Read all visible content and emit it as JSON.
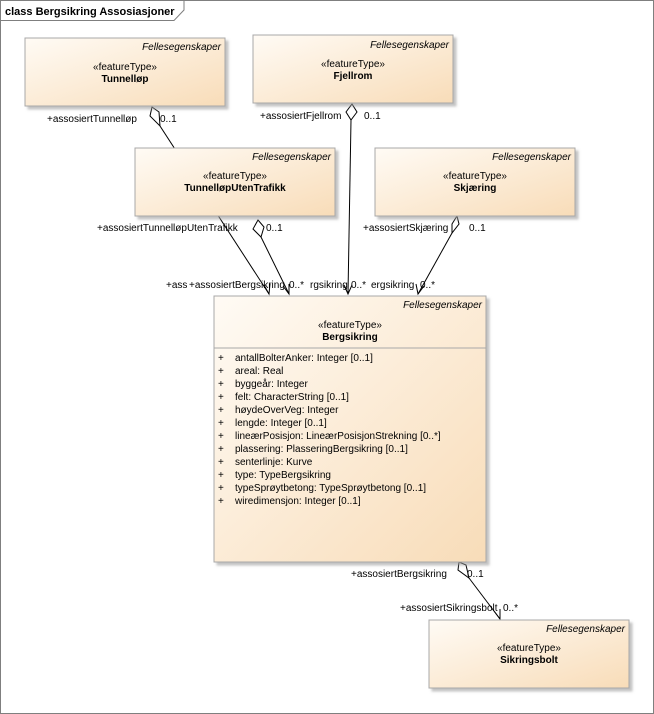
{
  "frame": {
    "title": "class Bergsikring Assosiasjoner"
  },
  "classes": [
    {
      "id": "tunnellop",
      "package": "Fellesegenskaper",
      "stereotype": "«featureType»",
      "name": "Tunnelløp",
      "attributes": []
    },
    {
      "id": "fjellrom",
      "package": "Fellesegenskaper",
      "stereotype": "«featureType»",
      "name": "Fjellrom",
      "attributes": []
    },
    {
      "id": "tunnellopUtenTrafikk",
      "package": "Fellesegenskaper",
      "stereotype": "«featureType»",
      "name": "TunnelløpUtenTrafikk",
      "attributes": []
    },
    {
      "id": "skjaering",
      "package": "Fellesegenskaper",
      "stereotype": "«featureType»",
      "name": "Skjæring",
      "attributes": []
    },
    {
      "id": "bergsikring",
      "package": "Fellesegenskaper",
      "stereotype": "«featureType»",
      "name": "Bergsikring",
      "attributes": [
        "antallBolterAnker: Integer [0..1]",
        "areal: Real",
        "byggeår: Integer",
        "felt: CharacterString [0..1]",
        "høydeOverVeg: Integer",
        "lengde: Integer [0..1]",
        "lineærPosisjon: LineærPosisjonStrekning [0..*]",
        "plassering: PlasseringBergsikring [0..1]",
        "senterlinje: Kurve",
        "type: TypeBergsikring",
        "typeSprøytbetong: TypeSprøytbetong [0..1]",
        "wiredimensjon: Integer [0..1]"
      ],
      "visibility": "+"
    },
    {
      "id": "sikringsbolt",
      "package": "Fellesegenskaper",
      "stereotype": "«featureType»",
      "name": "Sikringsbolt",
      "attributes": []
    }
  ],
  "associations": [
    {
      "id": "a1",
      "from": "tunnellop",
      "to": "bergsikring",
      "source_role": "+assosiertTunnelløp",
      "source_mult": "0..1",
      "target_role": "+ass",
      "target_mult": ""
    },
    {
      "id": "a2",
      "from": "fjellrom",
      "to": "bergsikring",
      "source_role": "+assosiertFjellrom",
      "source_mult": "0..1",
      "target_role": "rgsikring",
      "target_mult": "0..*"
    },
    {
      "id": "a3",
      "from": "tunnellopUtenTrafikk",
      "to": "bergsikring",
      "source_role": "+assosiertTunnelløpUtenTrafikk",
      "source_mult": "0..1",
      "target_role": "+assosiertBergsikring",
      "target_mult": "0..*"
    },
    {
      "id": "a4",
      "from": "skjaering",
      "to": "bergsikring",
      "source_role": "+assosiertSkjæring",
      "source_mult": "0..1",
      "target_role": "ergsikring",
      "target_mult": "0..*"
    },
    {
      "id": "a5",
      "from": "bergsikring",
      "to": "sikringsbolt",
      "source_role": "+assosiertBergsikring",
      "source_mult": "0..1",
      "target_role": "+assosiertSikringsbolt",
      "target_mult": "0..*"
    }
  ],
  "colors": {
    "box_fill_top": "#fffbf5",
    "box_fill_bottom": "#f9dfbf",
    "box_border": "#a8a8a8",
    "line": "#000000",
    "text": "#000000"
  }
}
